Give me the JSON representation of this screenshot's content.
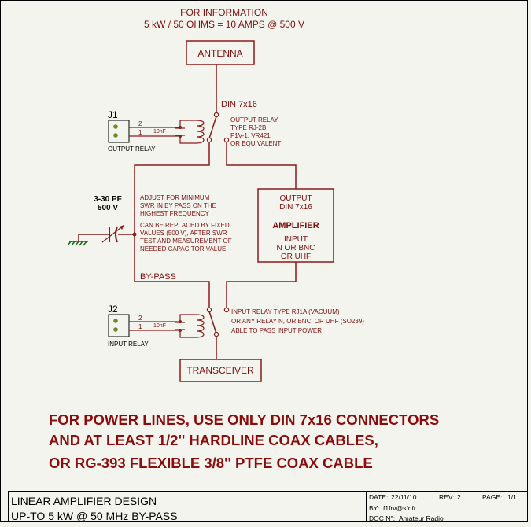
{
  "info": {
    "line1": "FOR INFORMATION",
    "line2": "5 kW / 50 OHMS = 10 AMPS @ 500 V"
  },
  "antenna": {
    "label": "ANTENNA"
  },
  "transceiver": {
    "label": "TRANSCEIVER"
  },
  "din_top": "DIN 7x16",
  "output_relay_note": [
    "OUTPUT RELAY",
    "TYPE RJ-2B",
    "P1V-1, VR421",
    "OR EQUIVALENT"
  ],
  "j1": {
    "ref": "J1",
    "caption": "OUTPUT RELAY",
    "pin2": "2",
    "pin1": "1",
    "cap": "10nF"
  },
  "j2": {
    "ref": "J2",
    "caption": "INPUT RELAY",
    "pin2": "2",
    "pin1": "1",
    "cap": "10nF"
  },
  "varcap": {
    "line1": "3-30 PF",
    "line2": "500 V"
  },
  "adjust_note": [
    "ADJUST FOR MINIMUM",
    "SWR IN BY PASS ON THE",
    "HIGHEST FREQUENCY"
  ],
  "replace_note": [
    "CAN BE REPLACED BY FIXED",
    "VALUES (500 V), AFTER SWR",
    "TEST AND MEASUREMENT OF",
    "NEEDED CAPACITOR VALUE."
  ],
  "amplifier": {
    "output1": "OUTPUT",
    "output2": "DIN 7x16",
    "title": "AMPLIFIER",
    "input1": "INPUT",
    "input2": "N OR BNC",
    "input3": "OR UHF"
  },
  "bypass": "BY-PASS",
  "input_relay_note": [
    "INPUT RELAY TYPE RJ1A (VACUUM)",
    "OR ANY RELAY N, OR BNC, OR UHF (SO239)",
    "ABLE TO PASS INPUT POWER"
  ],
  "warning": [
    "FOR POWER LINES, USE ONLY DIN 7x16 CONNECTORS",
    "AND AT LEAST 1/2'' HARDLINE COAX CABLES,",
    "OR RG-393 FLEXIBLE 3/8'' PTFE COAX CABLE"
  ],
  "title_block": {
    "title1": "LINEAR AMPLIFIER DESIGN",
    "title2": "UP-TO 5 kW @ 50 MHz  BY-PASS",
    "date_label": "DATE:",
    "date": "22/11/10",
    "rev_label": "REV:",
    "rev": "2",
    "page_label": "PAGE:",
    "page": "1/1",
    "by_label": "BY:",
    "by": "f1frv@sfr.fr",
    "doc_label": "DOC N°:",
    "doc": "Amateur Radio"
  },
  "colors": {
    "wire": "#8b1a1a",
    "text": "#7a1010",
    "ground": "#1a6b1a",
    "connector": "#6b8a2a"
  }
}
